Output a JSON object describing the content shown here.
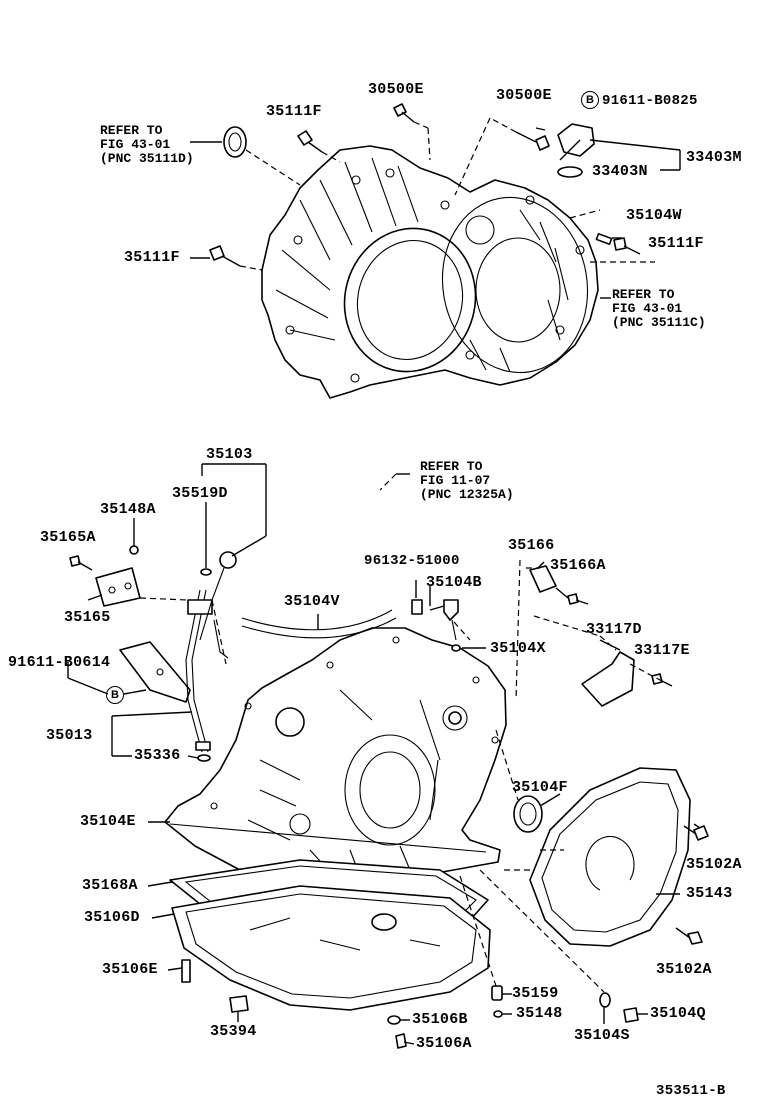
{
  "figure_id": "353511-B",
  "refer_notes": {
    "top_left": {
      "line1": "REFER TO",
      "line2": "FIG 43-01",
      "line3": "(PNC 35111D)"
    },
    "top_right": {
      "line1": "REFER TO",
      "line2": "FIG 43-01",
      "line3": "(PNC 35111C)"
    },
    "middle": {
      "line1": "REFER TO",
      "line2": "FIG 11-07",
      "line3": "(PNC 12325A)"
    }
  },
  "circle_marker": "B",
  "labels": {
    "p30500E_left": "30500E",
    "p30500E_right": "30500E",
    "p91611_B0825": "91611-B0825",
    "p35111F_top": "35111F",
    "p33403M": "33403M",
    "p33403N": "33403N",
    "p35104W": "35104W",
    "p35111F_left": "35111F",
    "p35111F_right": "35111F",
    "p35103": "35103",
    "p35519D": "35519D",
    "p35148A": "35148A",
    "p35165A": "35165A",
    "p35165": "35165",
    "p96132_51000": "96132-51000",
    "p35104B": "35104B",
    "p35166": "35166",
    "p35166A": "35166A",
    "p35104V": "35104V",
    "p33117D": "33117D",
    "p33117E": "33117E",
    "p91611_B0614": "91611-B0614",
    "p35104X": "35104X",
    "p35013": "35013",
    "p35336": "35336",
    "p35104F": "35104F",
    "p35104E": "35104E",
    "p35102A_top": "35102A",
    "p35168A": "35168A",
    "p35143": "35143",
    "p35106D": "35106D",
    "p35102A_bottom": "35102A",
    "p35106E": "35106E",
    "p35159": "35159",
    "p35148": "35148",
    "p35104Q": "35104Q",
    "p35394": "35394",
    "p35106B": "35106B",
    "p35106A": "35106A",
    "p35104S": "35104S"
  }
}
